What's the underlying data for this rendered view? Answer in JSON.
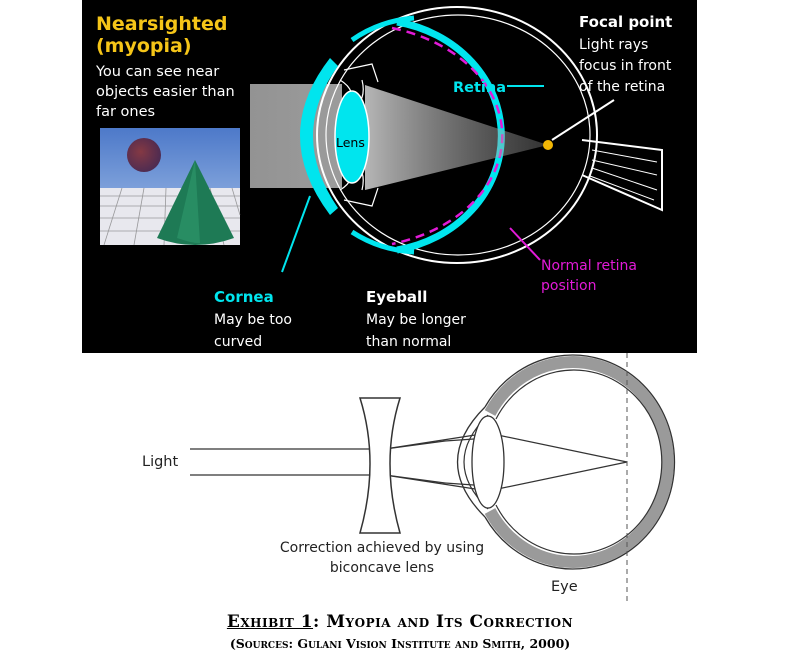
{
  "top": {
    "title_line1": "Nearsighted",
    "title_line2": "(myopia)",
    "desc_line1": "You can see near",
    "desc_line2": "objects easier than",
    "desc_line3": "far ones",
    "focal_title": "Focal point",
    "focal_line1": "Light rays",
    "focal_line2": "focus in front",
    "focal_line3": "of the retina",
    "retina": "Retina",
    "lens": "Lens",
    "normal_retina_line1": "Normal retina",
    "normal_retina_line2": "position",
    "cornea_title": "Cornea",
    "cornea_line1": "May be too",
    "cornea_line2": "curved",
    "eyeball_title": "Eyeball",
    "eyeball_line1": "May be longer",
    "eyeball_line2": "than normal"
  },
  "bottom": {
    "light": "Light",
    "correction_line1": "Correction achieved by using",
    "correction_line2": "biconcave lens",
    "eye": "Eye"
  },
  "caption": {
    "exhibit": "Exhibit 1",
    "title": ":  Myopia and Its Correction",
    "sources": "(Sources:  Gulani Vision Institute and  Smith, 2000)"
  },
  "colors": {
    "yellow": "#f5c518",
    "cyan": "#00e5ee",
    "magenta": "#e21ad8",
    "focal": "#f2b705",
    "cone": "#1e7a55"
  }
}
